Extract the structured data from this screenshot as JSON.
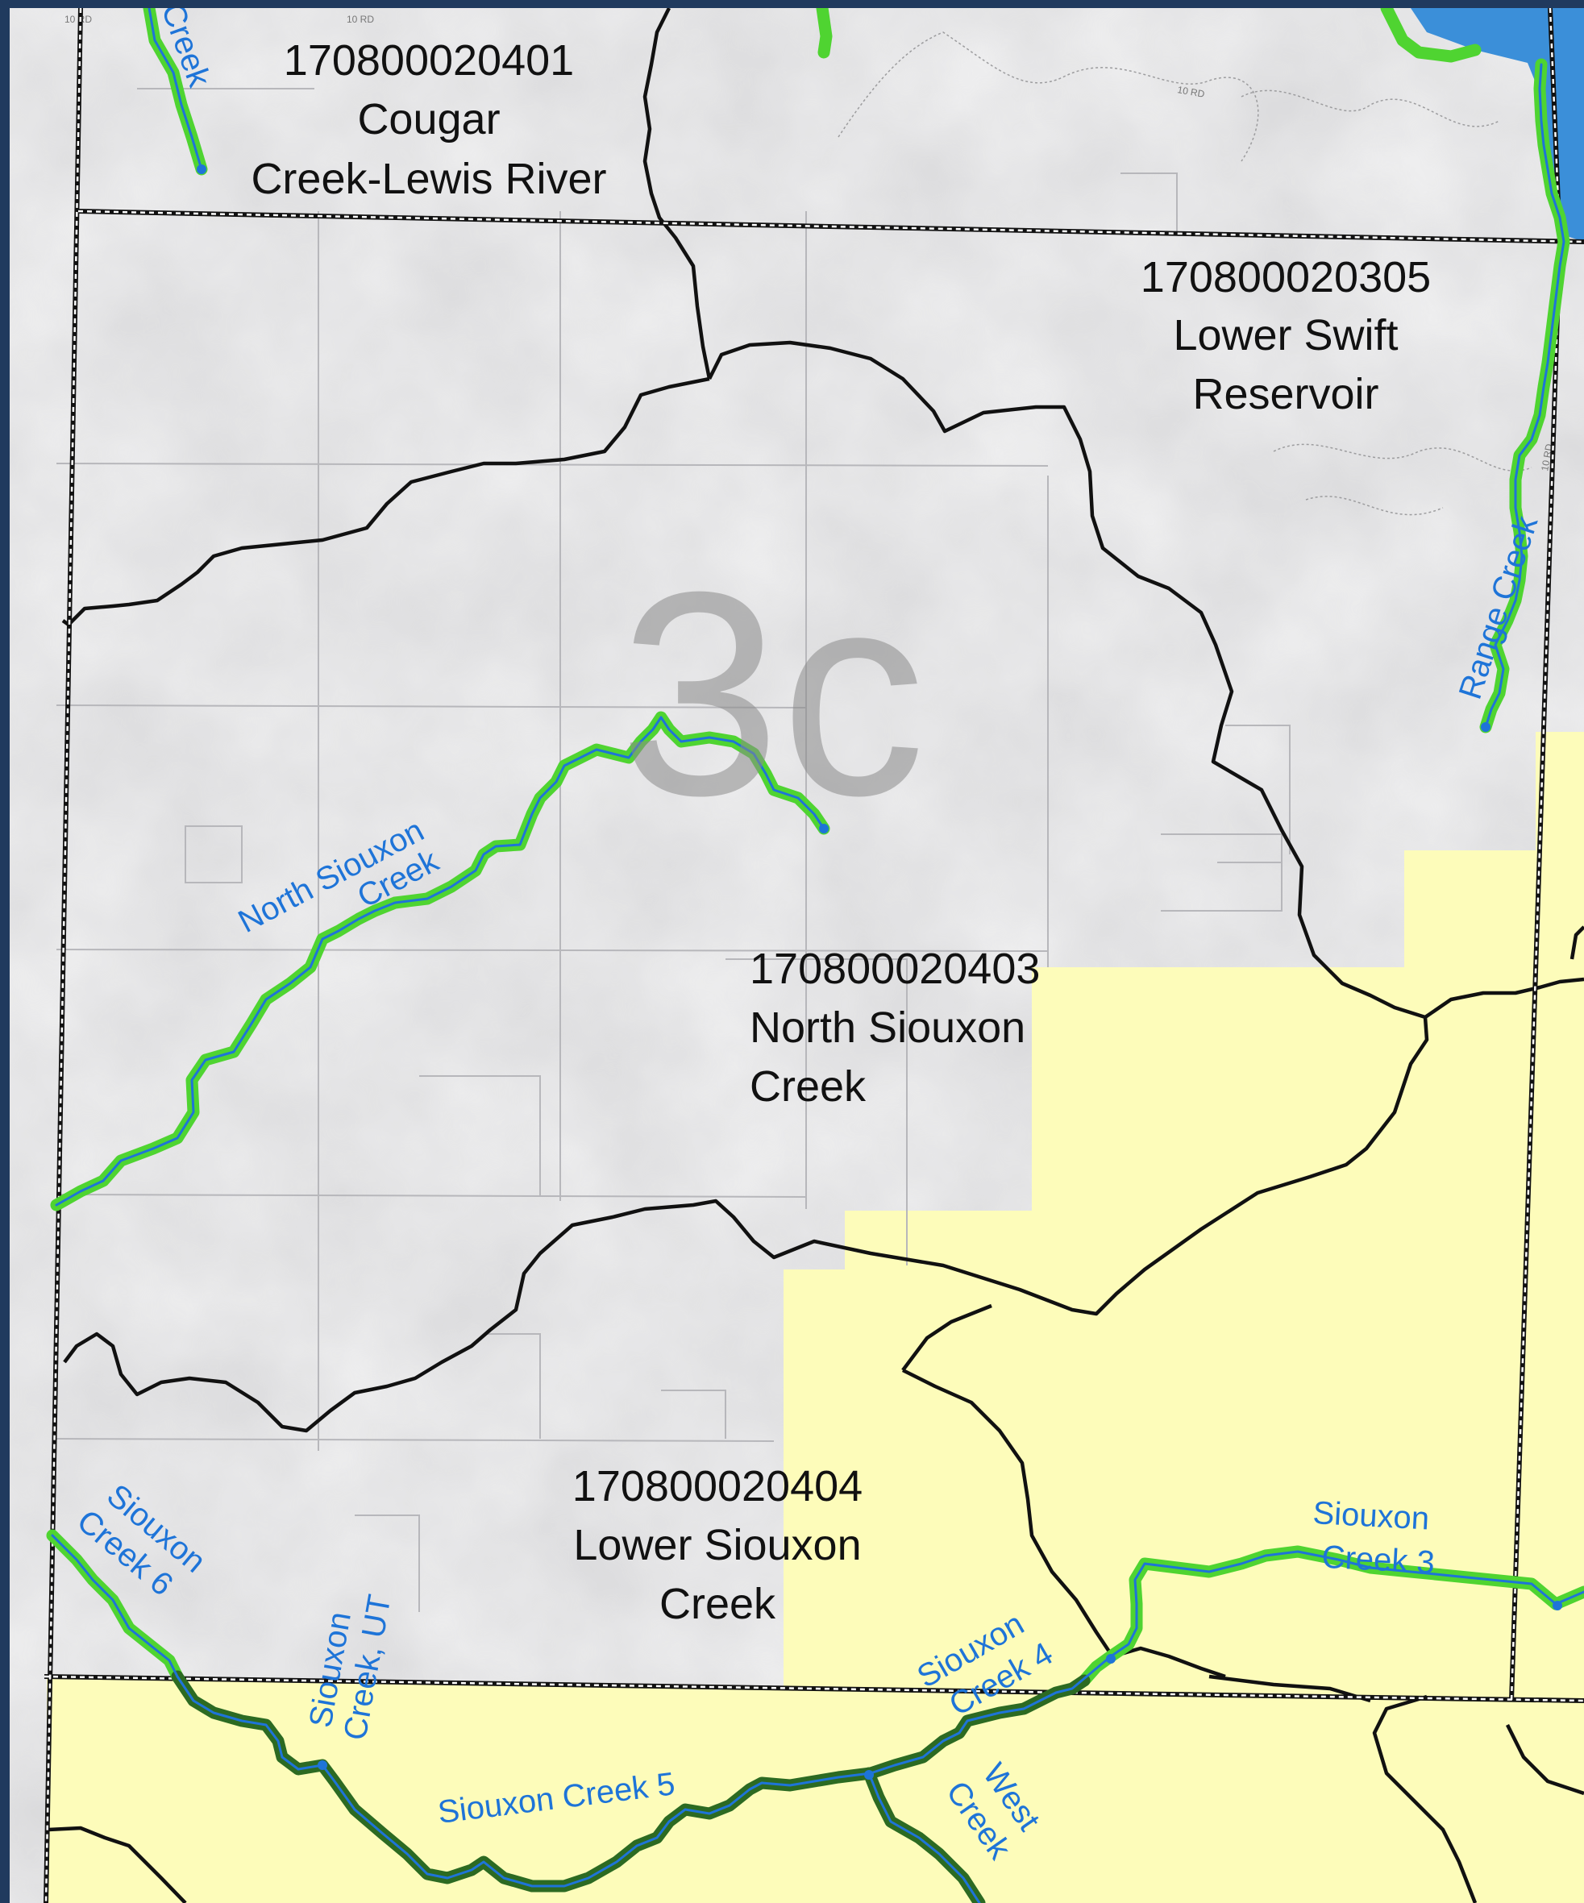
{
  "colors": {
    "frame": "#203a5e",
    "land_gray": "#eeeeef",
    "land_yellow": "#fdfcba",
    "water": "#3b8fd9",
    "stream_glow": "#4fd431",
    "stream_dark": "#2c6a22",
    "stream_line": "#1e74d8",
    "boundary": "#111111"
  },
  "zone_label": "3c",
  "watersheds": [
    {
      "id": "170800020401",
      "name_lines": [
        "Cougar",
        "Creek-Lewis River"
      ]
    },
    {
      "id": "170800020305",
      "name_lines": [
        "Lower Swift",
        "Reservoir"
      ]
    },
    {
      "id": "170800020403",
      "name_lines": [
        "North Siouxon",
        "Creek"
      ]
    },
    {
      "id": "170800020404",
      "name_lines": [
        "Lower Siouxon",
        "Creek"
      ]
    }
  ],
  "streams": {
    "creek_top": "Creek",
    "north_siouxon": [
      "North Siouxon",
      "Creek"
    ],
    "range_creek": "Range Creek",
    "siouxon_6": [
      "Siouxon",
      "Creek 6"
    ],
    "siouxon_ut": [
      "Siouxon",
      "Creek, UT"
    ],
    "siouxon_3": [
      "Siouxon",
      "Creek 3"
    ],
    "siouxon_4": [
      "Siouxon",
      "Creek 4"
    ],
    "siouxon_5": "Siouxon Creek 5",
    "west_creek": [
      "West",
      "Creek"
    ]
  },
  "road_labels": [
    "10 RD",
    "10 RD",
    "10 RD",
    "10 RD"
  ]
}
